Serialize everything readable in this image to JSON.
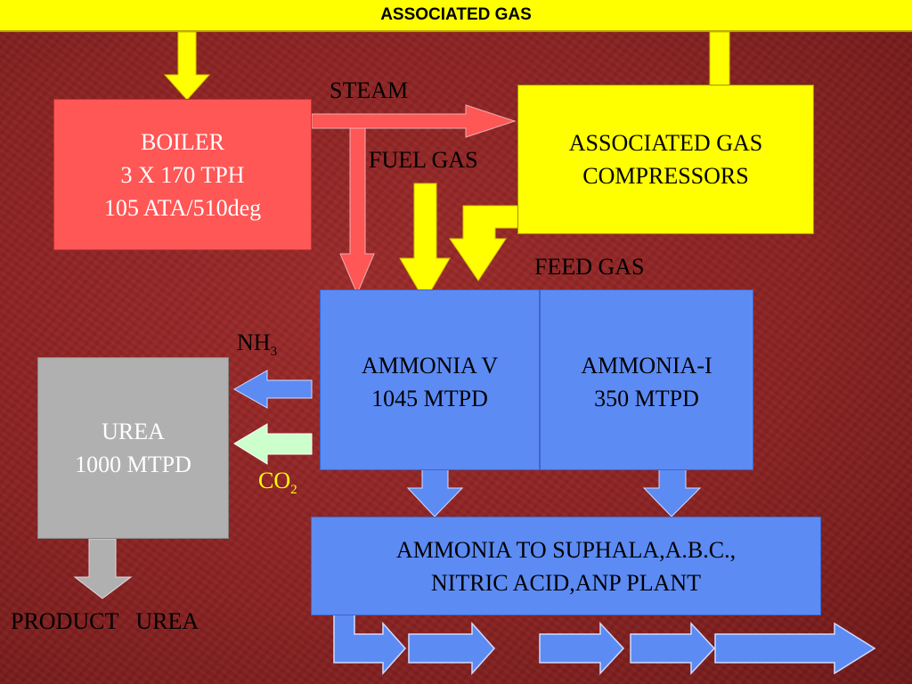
{
  "header": {
    "title": "ASSOCIATED GAS"
  },
  "nodes": {
    "boiler": {
      "lines": [
        "BOILER",
        "3 X 170 TPH",
        "105 ATA/510deg"
      ]
    },
    "compressors": {
      "lines": [
        "ASSOCIATED GAS",
        "COMPRESSORS"
      ]
    },
    "ammonia_v": {
      "lines": [
        "AMMONIA V",
        "1045 MTPD"
      ]
    },
    "ammonia_i": {
      "lines": [
        "AMMONIA-I",
        "350 MTPD"
      ]
    },
    "urea": {
      "lines": [
        "UREA",
        "1000 MTPD"
      ]
    },
    "ammonia_dist": {
      "lines": [
        "AMMONIA TO SUPHALA,A.B.C.,",
        "NITRIC ACID,ANP PLANT"
      ]
    }
  },
  "labels": {
    "steam": "STEAM",
    "fuel_gas": "FUEL GAS",
    "feed_gas": "FEED GAS",
    "nh3": {
      "base": "NH",
      "sub": "3"
    },
    "co2": {
      "base": "CO",
      "sub": "2"
    },
    "product": "PRODUCT   UREA"
  },
  "colors": {
    "header": "#ffff00",
    "background": "#8a2222",
    "boiler": "#ff5656",
    "compressors": "#ffff00",
    "ammonia": "#5d8bf4",
    "urea": "#b0b0b0",
    "co2_arrow": "#ccffcc",
    "steam_arrow": "#ff5656",
    "gas_arrow": "#ffff00"
  }
}
